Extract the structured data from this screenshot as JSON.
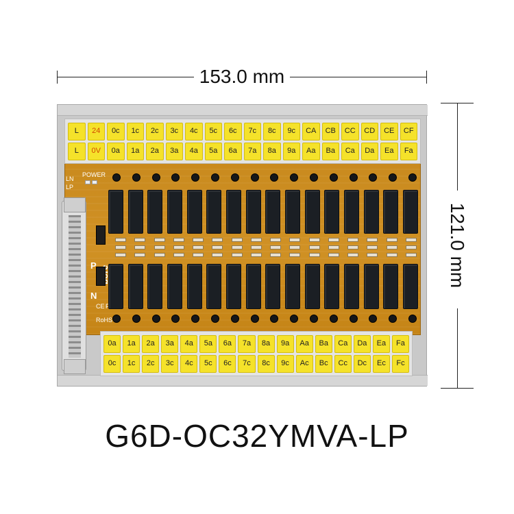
{
  "dimensions": {
    "width_label": "153.0 mm",
    "height_label": "121.0 mm"
  },
  "model": "G6D-OC32YMVA-LP",
  "silkscreen": {
    "power": "POWER",
    "ln": "LN",
    "lp": "LP",
    "p": "P",
    "n": "N",
    "brand": "bore",
    "rohs": "RoHS",
    "ce": "CE",
    "fc": "FC"
  },
  "terminals_top": {
    "row1": [
      "L",
      "24",
      "0c",
      "1c",
      "2c",
      "3c",
      "4c",
      "5c",
      "6c",
      "7c",
      "8c",
      "9c",
      "CA",
      "CB",
      "CC",
      "CD",
      "CE",
      "CF"
    ],
    "row2": [
      "L",
      "0V",
      "0a",
      "1a",
      "2a",
      "3a",
      "4a",
      "5a",
      "6a",
      "7a",
      "8a",
      "9a",
      "Aa",
      "Ba",
      "Ca",
      "Da",
      "Ea",
      "Fa"
    ]
  },
  "terminals_bottom": {
    "row1": [
      "0a",
      "1a",
      "2a",
      "3a",
      "4a",
      "5a",
      "6a",
      "7a",
      "8a",
      "9a",
      "Aa",
      "Ba",
      "Ca",
      "Da",
      "Ea",
      "Fa"
    ],
    "row2": [
      "0c",
      "1c",
      "2c",
      "3c",
      "4c",
      "5c",
      "6c",
      "7c",
      "8c",
      "9c",
      "Ac",
      "Bc",
      "Cc",
      "Dc",
      "Ec",
      "Fc"
    ]
  },
  "colors": {
    "terminal_yellow": "#f5e22a",
    "pcb_orange": "#d09124",
    "relay_black": "#1b1f24",
    "highlight_text": "#d24a00"
  },
  "relay_count_per_row": 16
}
